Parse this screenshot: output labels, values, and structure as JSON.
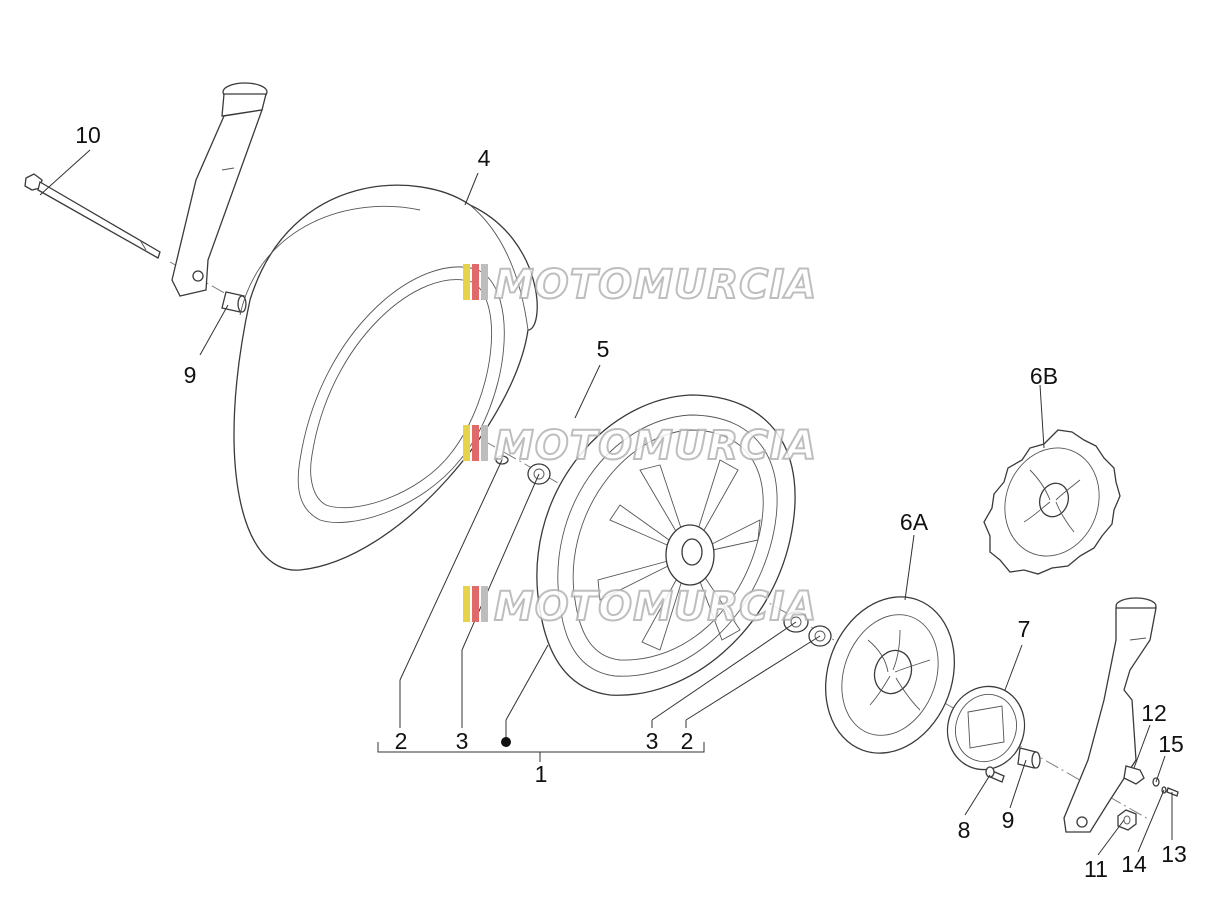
{
  "diagram": {
    "watermark_text": "MOTOMURCIA",
    "watermark_colors": [
      "#e8d24a",
      "#e06a6a",
      "#bdbdbd"
    ],
    "labels": {
      "c10": "10",
      "c4": "4",
      "c9a": "9",
      "c5": "5",
      "c6b": "6B",
      "c6a": "6A",
      "c7": "7",
      "c12": "12",
      "c15": "15",
      "c2a": "2",
      "c3a": "3",
      "c3b": "3",
      "c2b": "2",
      "c1": "1",
      "c8": "8",
      "c9b": "9",
      "c11": "11",
      "c14": "14",
      "c13": "13"
    }
  }
}
